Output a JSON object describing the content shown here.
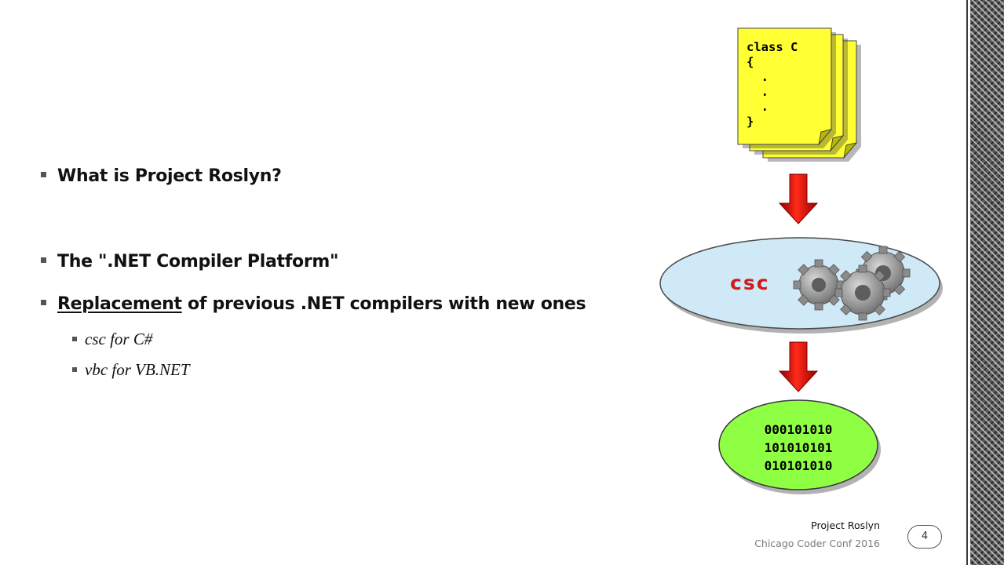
{
  "bullets": [
    {
      "text": "What is Project Roslyn?"
    },
    {
      "text": "The \".NET Compiler Platform\""
    },
    {
      "underlined": "Replacement",
      "rest": " of previous .NET compilers with new ones"
    }
  ],
  "sub_bullets": [
    {
      "text": "csc for C#"
    },
    {
      "text": "vbc for VB.NET"
    }
  ],
  "diagram": {
    "source_code": "class C\n{\n  .\n  .\n  .\n}",
    "compiler_label": "csc",
    "binary_lines": [
      "000101010",
      "101010101",
      "010101010"
    ]
  },
  "footer": {
    "title": "Project Roslyn",
    "subtitle": "Chicago Coder Conf 2016",
    "page_number": "4"
  },
  "colors": {
    "document": "#ffff33",
    "arrow": "#e01010",
    "compiler_ellipse": "#cfe9f7",
    "output_ellipse": "#8fff44",
    "compiler_label": "#d31a1a"
  },
  "icons": [
    "square-bullet-icon",
    "document-stack-icon",
    "down-arrow-icon",
    "gears-icon"
  ]
}
